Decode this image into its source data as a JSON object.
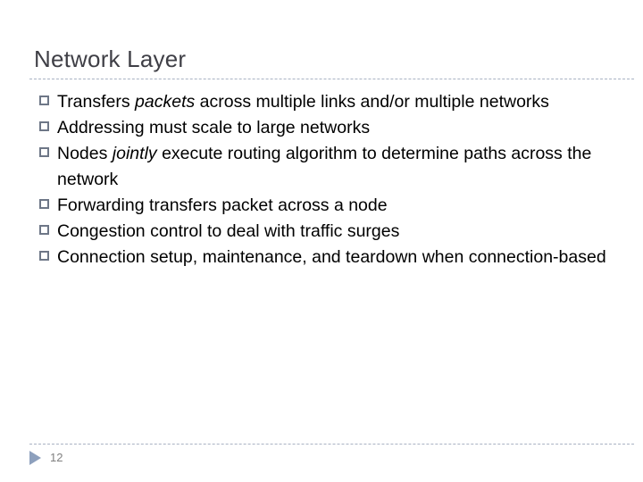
{
  "slide": {
    "title": "Network Layer",
    "number": "12",
    "accent_color": "#8da0bd",
    "rule_color": "#a9b2c3",
    "bullet_color": "#6e7787",
    "title_color": "#3f3f46",
    "body_color": "#000000",
    "background": "#ffffff"
  },
  "bullets": [
    {
      "bullet_icon": "hollow-square-bullet",
      "segments": [
        {
          "text": "Transfers ",
          "style": "normal"
        },
        {
          "text": "packets",
          "style": "italic"
        },
        {
          "text": " across multiple links and/or multiple networks",
          "style": "normal"
        }
      ],
      "plain_text": "Transfers packets across multiple links and/or multiple networks"
    },
    {
      "bullet_icon": "hollow-square-bullet",
      "segments": [
        {
          "text": "Addressing must scale to large networks",
          "style": "normal"
        }
      ],
      "plain_text": "Addressing must scale to large networks"
    },
    {
      "bullet_icon": "hollow-square-bullet",
      "segments": [
        {
          "text": "Nodes ",
          "style": "normal"
        },
        {
          "text": "jointly",
          "style": "italic"
        },
        {
          "text": " execute routing algorithm to determine paths across the network",
          "style": "normal"
        }
      ],
      "plain_text": "Nodes jointly execute routing algorithm to determine paths across the network"
    },
    {
      "bullet_icon": "hollow-square-bullet",
      "segments": [
        {
          "text": "Forwarding transfers packet across a node",
          "style": "normal"
        }
      ],
      "plain_text": "Forwarding transfers packet across a node"
    },
    {
      "bullet_icon": "hollow-square-bullet",
      "segments": [
        {
          "text": "Congestion control to deal with traffic surges",
          "style": "normal"
        }
      ],
      "plain_text": "Congestion control to deal with traffic surges"
    },
    {
      "bullet_icon": "hollow-square-bullet",
      "segments": [
        {
          "text": "Connection setup, maintenance, and teardown when connection-based",
          "style": "normal"
        }
      ],
      "plain_text": "Connection setup, maintenance, and teardown when connection-based"
    }
  ],
  "footer": {
    "marker_icon": "play-triangle-icon"
  }
}
